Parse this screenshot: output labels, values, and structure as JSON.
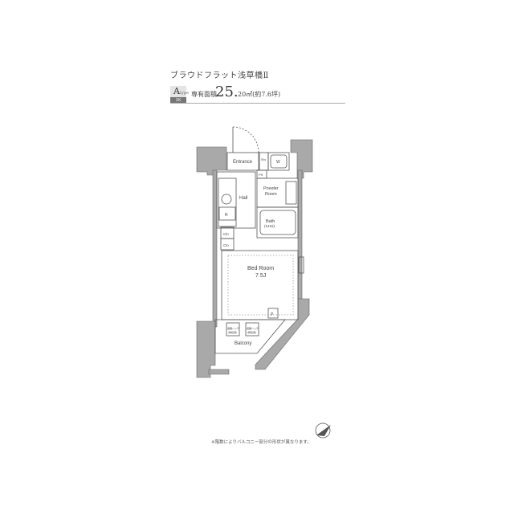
{
  "header": {
    "building_name": "ブラウドフラット浅草橋Ⅱ",
    "type_code": "A",
    "type_sub": "type",
    "layout_type": "1K",
    "area_label": "専有面積",
    "area_value": "25.",
    "area_unit": "20㎡(約7.6坪)"
  },
  "rooms": {
    "entrance": "Entrance",
    "shoe_cabinet": "Shoes\nCl.",
    "washer": "W",
    "ps": "PS",
    "hall": "Hall",
    "powder_room_1": "Powder",
    "powder_room_2": "Room",
    "bath_1": "Bath",
    "bath_2": "(1216)",
    "refrigerator": "R",
    "closet_1": "Clo",
    "closet_2": "Clo",
    "bedroom_1": "Bed Room",
    "bedroom_2": "7.5J",
    "pipe_space": "P",
    "balcony": "Balcony",
    "balcony_unit_1a": "避難ハッチ",
    "balcony_unit_1b": "(隣接側)",
    "balcony_unit_2a": "避難ハッチ",
    "balcony_unit_2b": "(隣接側)"
  },
  "footer": {
    "note": "※階数によりバルコニー部分の形状が異なります。"
  },
  "icons": [
    "compass-icon"
  ],
  "colors": {
    "wall": "#a9a9a9",
    "line": "#555555",
    "type_box_top": "#e4e4e4",
    "type_box_bottom": "#777777"
  }
}
